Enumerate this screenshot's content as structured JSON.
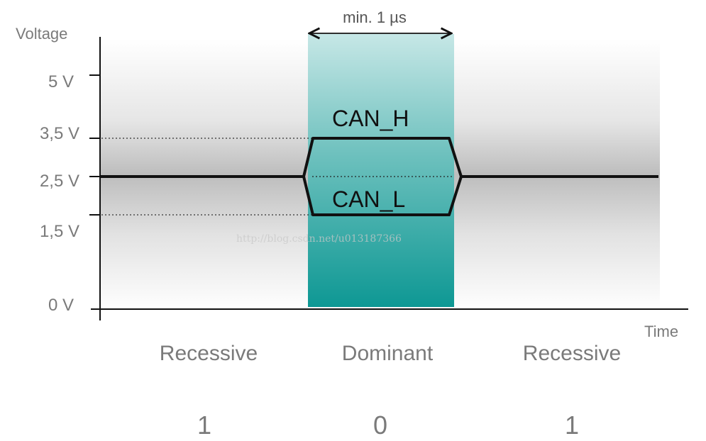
{
  "axes": {
    "y_title": "Voltage",
    "x_title": "Time",
    "y_ticks": [
      "5 V",
      "3,5 V",
      "2,5 V",
      "1,5 V",
      "0 V"
    ]
  },
  "signals": {
    "can_h": "CAN_H",
    "can_l": "CAN_L"
  },
  "duration_label": "min. 1 µs",
  "states": [
    "Recessive",
    "Dominant",
    "Recessive"
  ],
  "bits": [
    "1",
    "0",
    "1"
  ],
  "watermark": "http://blog.csdn.net/u013187366",
  "colors": {
    "dominant_top": "#bfe3e2",
    "dominant_bottom": "#0e9894",
    "band_gray": "#bdbdbd",
    "signal": "#111111",
    "label_gray": "#7a7a7a"
  }
}
